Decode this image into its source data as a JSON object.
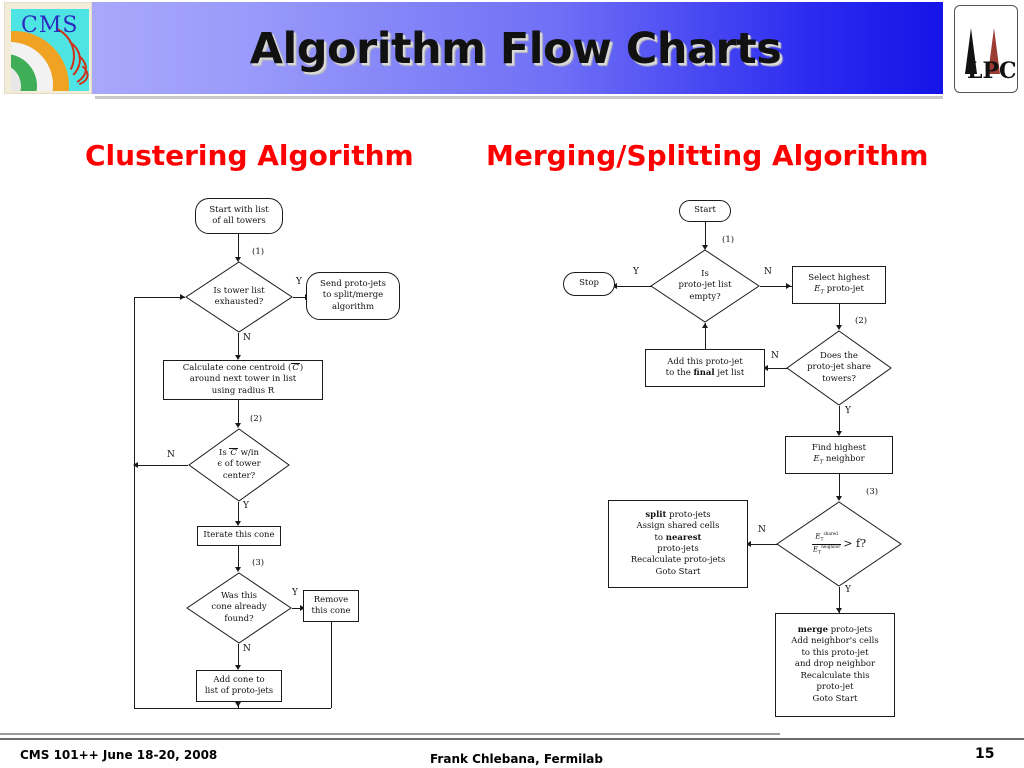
{
  "header": {
    "title": "Algorithm Flow Charts",
    "cms_logo_text": "CMS",
    "lpc_logo_text": "LPC"
  },
  "headings": {
    "left": "Clustering Algorithm",
    "right": "Merging/Splitting Algorithm"
  },
  "footer": {
    "left": "CMS 101++  June 18-20, 2008",
    "center": "Frank Chlebana, Fermilab",
    "page": "15"
  },
  "clustering": {
    "start": "Start with list\nof all towers",
    "d1_step": "(1)",
    "d1": "Is tower list\nexhausted?",
    "d1_yes": "Y",
    "d1_no": "N",
    "send": "Send proto-jets\nto split/merge\nalgorithm",
    "centroid_line1": "Calculate cone centroid (C)",
    "centroid_line2": "around next tower in list",
    "centroid_line3": "using radius R",
    "d2_step": "(2)",
    "d2_line1": "Is C w/in",
    "d2_line2": "ϵ of tower",
    "d2_line3": "center?",
    "d2_yes": "Y",
    "d2_no": "N",
    "iterate": "Iterate this cone",
    "d3_step": "(3)",
    "d3": "Was this\ncone already\nfound?",
    "d3_yes": "Y",
    "d3_no": "N",
    "remove": "Remove\nthis cone",
    "add_cone": "Add cone to\nlist of proto-jets"
  },
  "merging": {
    "start": "Start",
    "d1_step": "(1)",
    "d1": "Is\nproto-jet list\nempty?",
    "d1_yes": "Y",
    "d1_no": "N",
    "stop": "Stop",
    "select_line1": "Select highest",
    "select_line2_pre": "E",
    "select_line2_sub": "T",
    "select_line2_post": " proto-jet",
    "d2_step": "(2)",
    "d2": "Does the\nproto-jet share\ntowers?",
    "d2_yes": "Y",
    "d2_no": "N",
    "final_line1": "Add this proto-jet",
    "final_line2_pre": "to the ",
    "final_line2_bold": "final",
    "final_line2_post": " jet list",
    "neighbor_line1": "Find highest",
    "neighbor_line2_pre": "E",
    "neighbor_line2_sub": "T",
    "neighbor_line2_post": " neighbor",
    "d3_step": "(3)",
    "d3_num_base": "E",
    "d3_num_sub": "T",
    "d3_num_sup": "shared",
    "d3_den_base": "E",
    "d3_den_sub": "T",
    "d3_den_sup": "neighbor",
    "d3_rel": "> f?",
    "d3_yes": "Y",
    "d3_no": "N",
    "split_title_bold": "split",
    "split_title_rest": " proto-jets",
    "split_l1": "Assign shared cells",
    "split_l2_pre": "to ",
    "split_l2_bold": "nearest",
    "split_l3": "proto-jets",
    "split_l4": "Recalculate proto-jets",
    "split_l5": "Goto Start",
    "merge_title_bold": "merge",
    "merge_title_rest": " proto-jets",
    "merge_l1": "Add neighbor's cells",
    "merge_l2": "to this proto-jet",
    "merge_l3": "and drop neighbor",
    "merge_l4": "Recalculate this",
    "merge_l5": "proto-jet",
    "merge_l6": "Goto Start"
  },
  "colors": {
    "heading_red": "#ff0000",
    "banner_start": "#a8a8fb",
    "banner_end": "#1414e8",
    "line": "#1a1a1a"
  }
}
